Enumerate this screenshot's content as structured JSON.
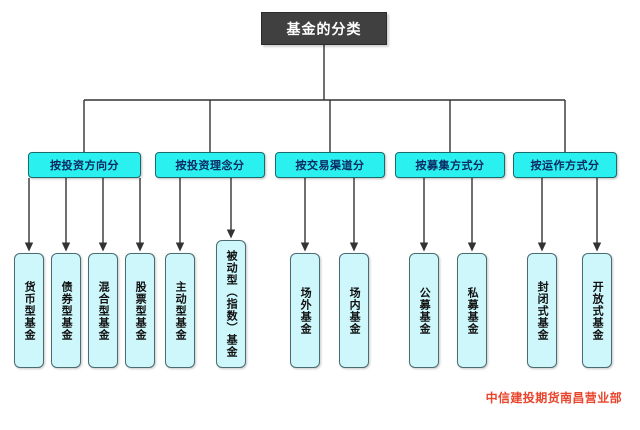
{
  "diagram": {
    "title_label": "基金的分类",
    "colors": {
      "root_fill": "#404040",
      "root_text": "#ffffff",
      "category_fill": "#2bf0f0",
      "category_text": "#0c2a63",
      "leaf_fill": "#cdf7fb",
      "leaf_text": "#111111",
      "line": "#333333",
      "watermark": "#e8452c"
    },
    "categories": [
      {
        "label": "按投资方向分",
        "children": [
          {
            "label": "货币型基金"
          },
          {
            "label": "债券型基金"
          },
          {
            "label": "混合型基金"
          },
          {
            "label": "股票型基金"
          }
        ]
      },
      {
        "label": "按投资理念分",
        "children": [
          {
            "label": "主动型基金"
          },
          {
            "label": "被动型（指数）基金"
          }
        ]
      },
      {
        "label": "按交易渠道分",
        "children": [
          {
            "label": "场外基金"
          },
          {
            "label": "场内基金"
          }
        ]
      },
      {
        "label": "按募集方式分",
        "children": [
          {
            "label": "公募基金"
          },
          {
            "label": "私募基金"
          }
        ]
      },
      {
        "label": "按运作方式分",
        "children": [
          {
            "label": "封闭式基金"
          },
          {
            "label": "开放式基金"
          }
        ]
      }
    ],
    "watermark_label": "中信建投期货南昌营业部"
  }
}
